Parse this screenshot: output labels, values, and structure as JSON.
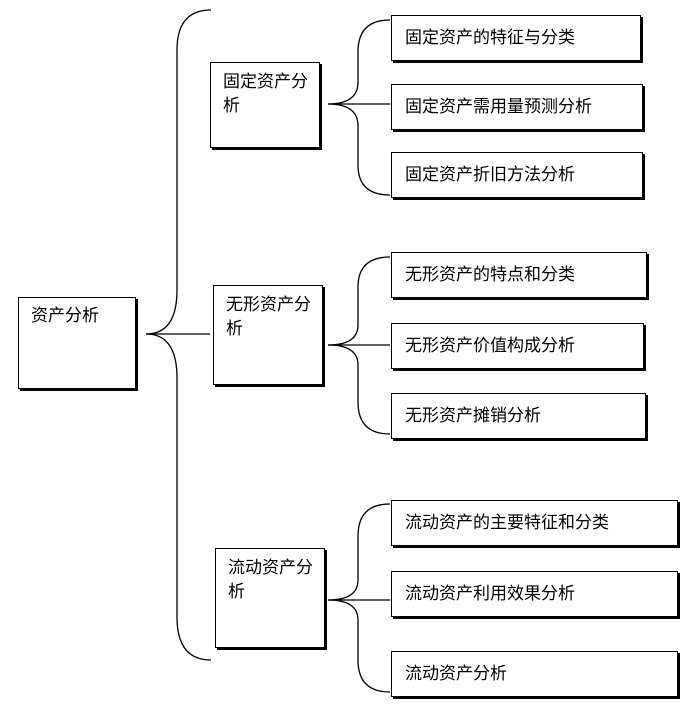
{
  "root": {
    "label": "资产分析"
  },
  "categories": [
    {
      "label": "固定资产分析",
      "items": [
        "固定资产的特征与分类",
        "固定资产需用量预测分析",
        "固定资产折旧方法分析"
      ]
    },
    {
      "label": "无形资产分析",
      "items": [
        "无形资产的特点和分类",
        "无形资产价值构成分析",
        "无形资产摊销分析"
      ]
    },
    {
      "label": "流动资产分析",
      "items": [
        "流动资产的主要特征和分类",
        "流动资产利用效果分析",
        "流动资产分析"
      ]
    }
  ]
}
